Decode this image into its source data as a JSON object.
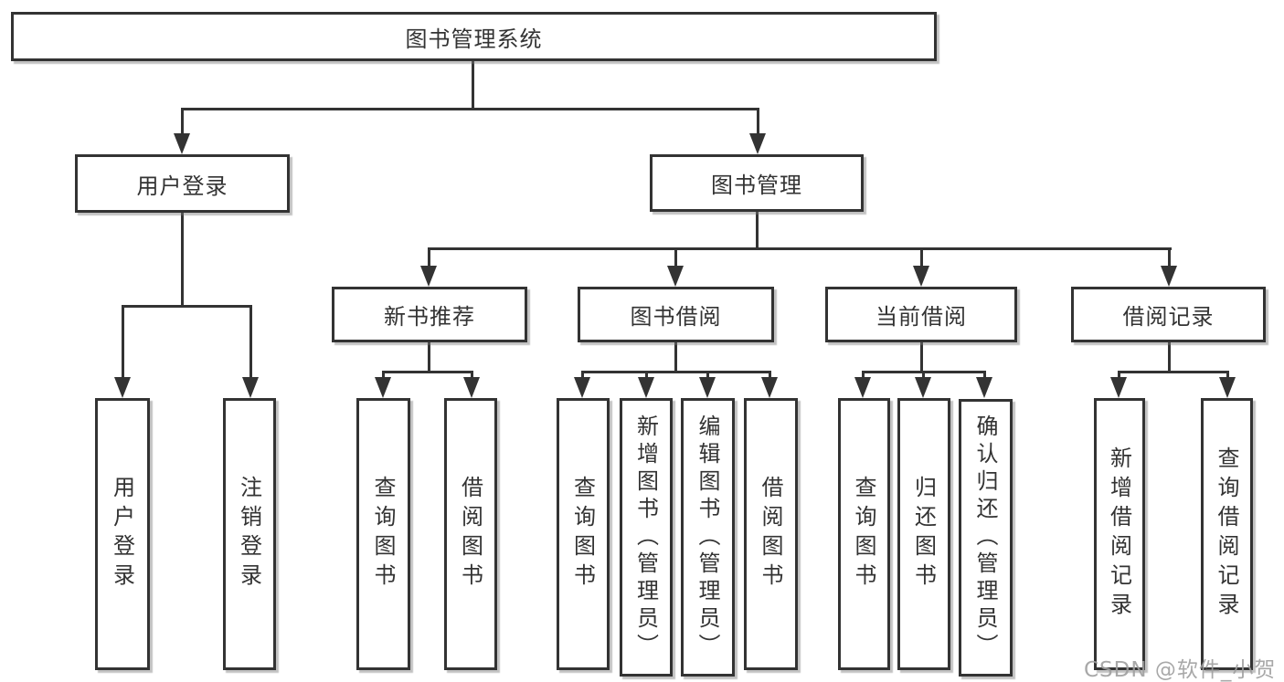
{
  "diagram": {
    "root": {
      "label": "图书管理系统"
    },
    "level2": {
      "user_login": {
        "label": "用户登录"
      },
      "book_mgmt": {
        "label": "图书管理"
      }
    },
    "level3": {
      "new_books": {
        "label": "新书推荐"
      },
      "book_borrow": {
        "label": "图书借阅"
      },
      "current_borrow": {
        "label": "当前借阅"
      },
      "borrow_records": {
        "label": "借阅记录"
      }
    },
    "leaves": {
      "user_login_leaf": {
        "label": "用户登录"
      },
      "logout": {
        "label": "注销登录"
      },
      "nb_query": {
        "label": "查询图书"
      },
      "nb_borrow": {
        "label": "借阅图书"
      },
      "bb_query": {
        "label": "查询图书"
      },
      "bb_add": {
        "label": "新增图书（管理员）"
      },
      "bb_edit": {
        "label": "编辑图书（管理员）"
      },
      "bb_borrow": {
        "label": "借阅图书"
      },
      "cb_query": {
        "label": "查询图书"
      },
      "cb_return": {
        "label": "归还图书"
      },
      "cb_confirm": {
        "label": "确认归还（管理员）"
      },
      "br_add": {
        "label": "新增借阅记录"
      },
      "br_query": {
        "label": "查询借阅记录"
      }
    }
  },
  "watermark": {
    "text": "CSDN @软件_小贺同学"
  },
  "colors": {
    "line": "#333333",
    "box_border": "#333333",
    "box_fill": "#ffffff",
    "text": "#333333",
    "watermark": "#9e9e9e",
    "background": "#ffffff"
  }
}
